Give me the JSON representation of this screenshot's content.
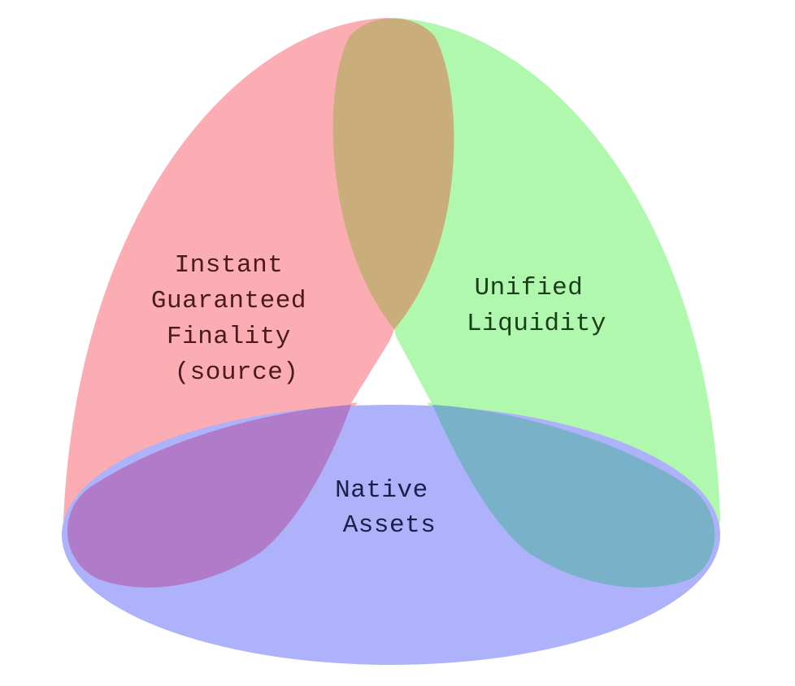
{
  "diagram": {
    "type": "three-set-overlap-diagram",
    "sets": [
      {
        "id": "finality",
        "lines": [
          "Instant",
          "Guaranteed",
          "Finality",
          "(source)"
        ],
        "fill": "#fbadb3",
        "text_color": "#4a1a1e"
      },
      {
        "id": "liquidity",
        "lines": [
          "Unified",
          "Liquidity"
        ],
        "fill": "#b0f8ae",
        "text_color": "#1a3d1a"
      },
      {
        "id": "assets",
        "lines": [
          "Native",
          "Assets"
        ],
        "fill": "#adb2fb",
        "text_color": "#1c1f4a"
      }
    ],
    "overlaps": {
      "finality_liquidity": "#c9ad7a",
      "finality_assets": "#b07cc9",
      "liquidity_assets": "#78b1c8",
      "center": "#ffffff"
    },
    "background": "#ffffff"
  }
}
